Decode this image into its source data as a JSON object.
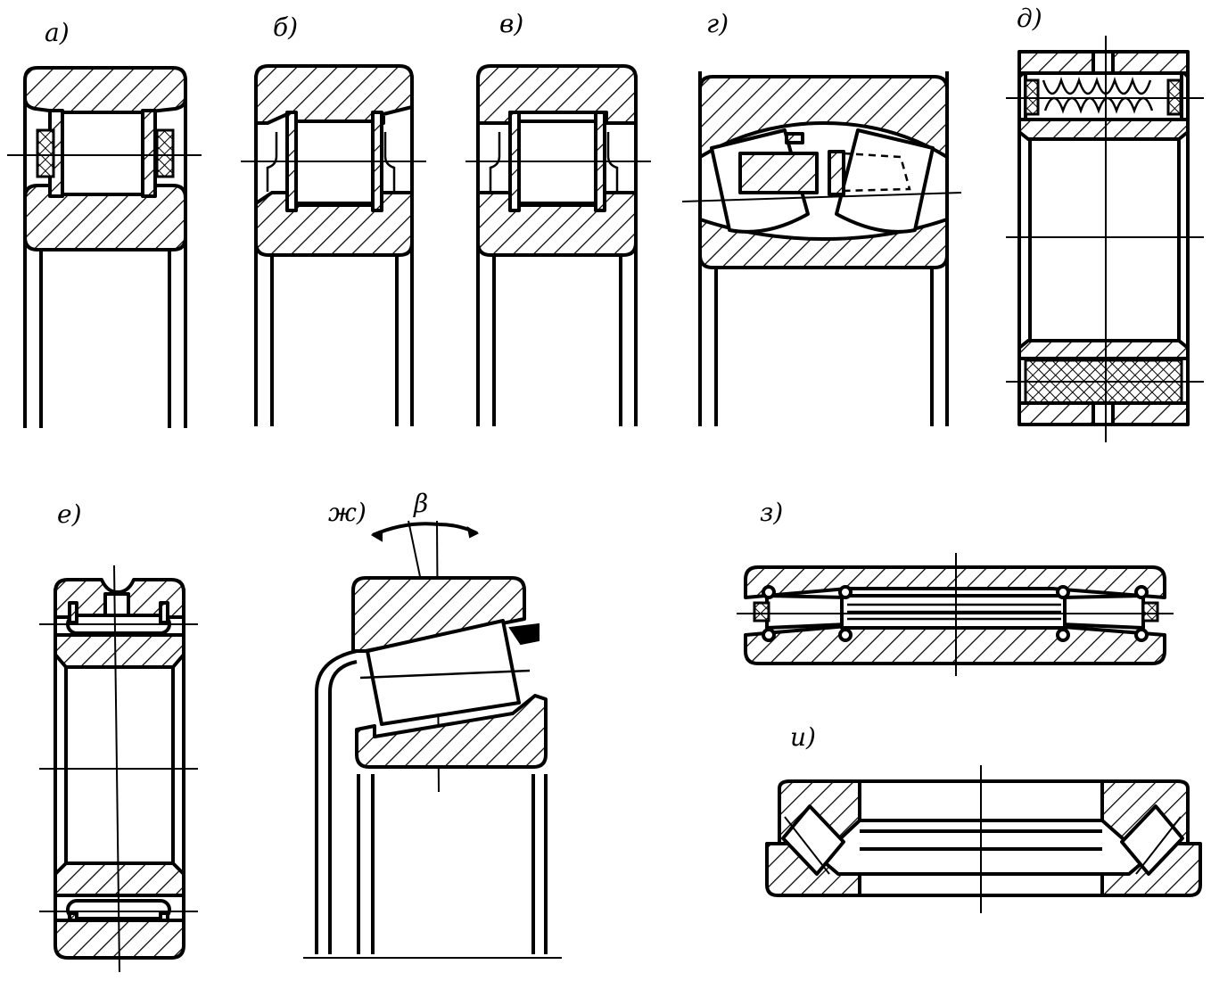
{
  "labels": {
    "a": "а)",
    "b": "б)",
    "v": "в)",
    "g": "г)",
    "d": "д)",
    "e": "е)",
    "zh": "ж)",
    "z": "з)",
    "i": "и)",
    "beta": "β"
  }
}
